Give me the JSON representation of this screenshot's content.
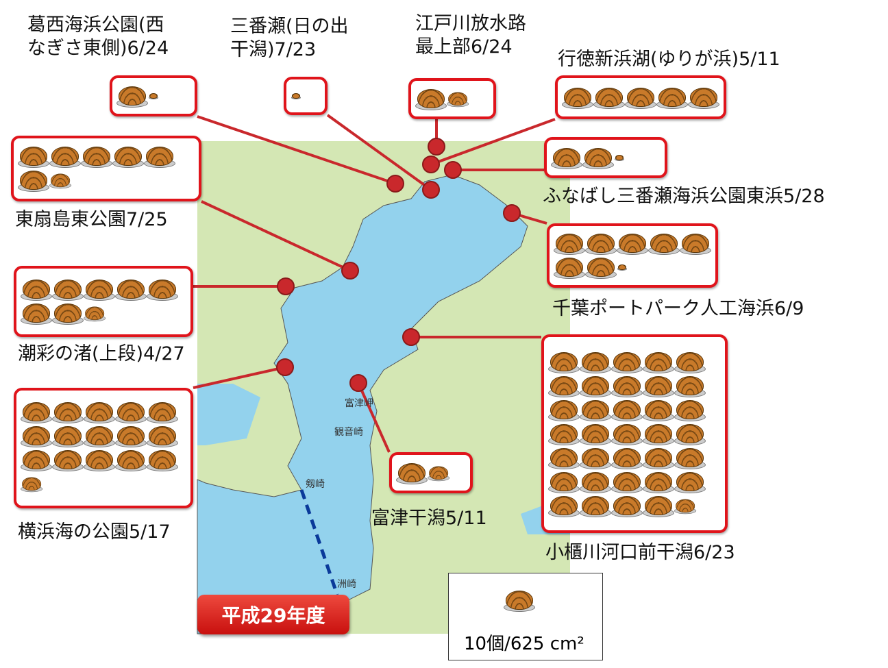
{
  "colors": {
    "land": "#d4e7b4",
    "water": "#93d2ed",
    "frame": "#e0141b",
    "marker": "#c9282c"
  },
  "year_badge": "平成29年度",
  "legend": {
    "icon": "clam-icon",
    "text": "10個/625 cm²"
  },
  "places": [
    "富津岬",
    "観音崎",
    "剱崎",
    "洲崎"
  ],
  "sites": [
    {
      "id": "kasai",
      "label": [
        "葛西海浜公園(西",
        "なぎさ東側)6/24"
      ],
      "big": 1,
      "small": 0,
      "tiny": 1
    },
    {
      "id": "sanbanze-hinode",
      "label": [
        "三番瀬(日の出",
        "干潟)7/23"
      ],
      "big": 0,
      "small": 0,
      "tiny": 1
    },
    {
      "id": "edogawa",
      "label": [
        "江戸川放水路",
        "最上部6/24"
      ],
      "big": 1,
      "small": 1,
      "tiny": 0
    },
    {
      "id": "gyotoku",
      "label": [
        "行徳新浜湖(ゆりが浜)5/11"
      ],
      "big": 5,
      "small": 0,
      "tiny": 0
    },
    {
      "id": "funabashi",
      "label": [
        "ふなばし三番瀬海浜公園東浜5/28"
      ],
      "big": 2,
      "small": 0,
      "tiny": 1
    },
    {
      "id": "higashi-ogishima",
      "label": [
        "東扇島東公園7/25"
      ],
      "big": 6,
      "small": 1,
      "tiny": 0
    },
    {
      "id": "chiba-port",
      "label": [
        "千葉ポートパーク人工海浜6/9"
      ],
      "big": 7,
      "small": 0,
      "tiny": 1
    },
    {
      "id": "shiosai",
      "label": [
        "潮彩の渚(上段)4/27"
      ],
      "big": 7,
      "small": 1,
      "tiny": 0
    },
    {
      "id": "yokohama-uminokoen",
      "label": [
        "横浜海の公園5/17"
      ],
      "big": 15,
      "small": 1,
      "tiny": 0
    },
    {
      "id": "obitsu",
      "label": [
        "小櫃川河口前干潟6/23"
      ],
      "big": 34,
      "small": 1,
      "tiny": 0
    },
    {
      "id": "futtsu",
      "label": [
        "富津干潟5/11"
      ],
      "big": 1,
      "small": 1,
      "tiny": 0
    }
  ]
}
